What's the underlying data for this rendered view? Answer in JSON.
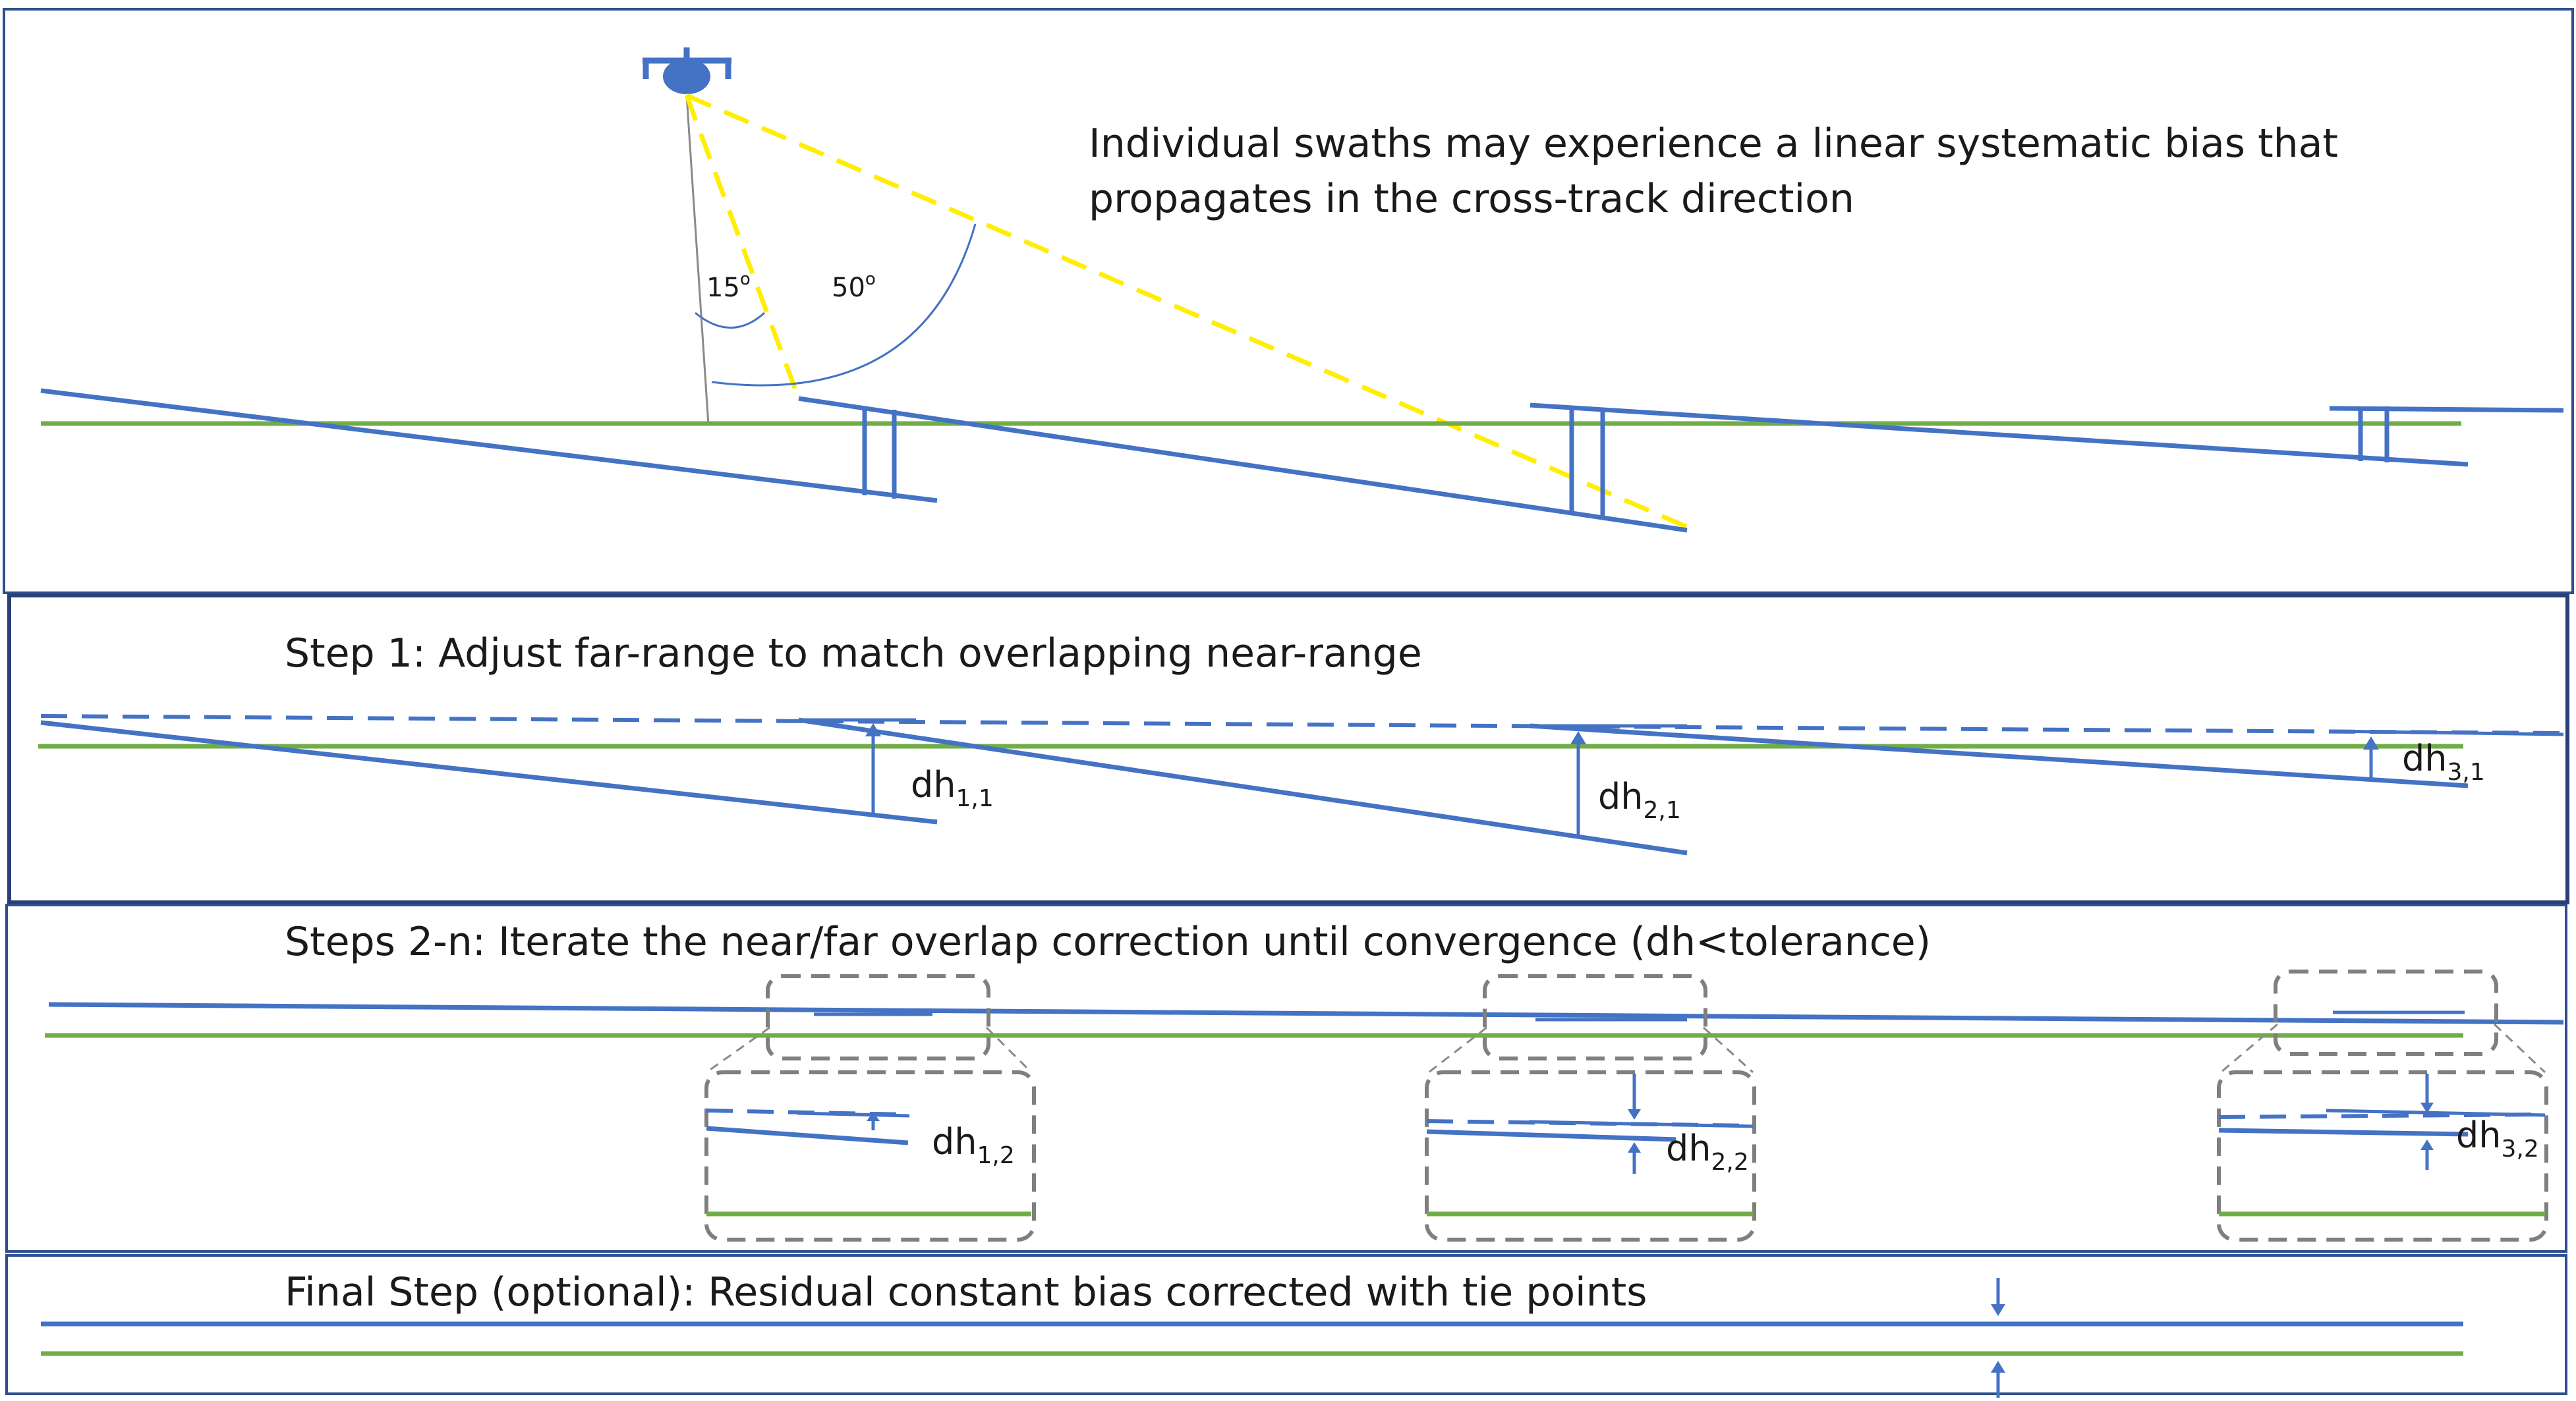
{
  "panel1": {
    "caption_line1": "Individual swaths may experience a linear systematic bias that",
    "caption_line2": "propagates in the cross-track direction",
    "angle_inner": "15",
    "angle_outer": "50",
    "degree_symbol": "o"
  },
  "panel2": {
    "title": "Step 1: Adjust far-range to match overlapping near-range",
    "labels": [
      {
        "base": "dh",
        "sub": "1,1"
      },
      {
        "base": "dh",
        "sub": "2,1"
      },
      {
        "base": "dh",
        "sub": "3,1"
      }
    ]
  },
  "panel3": {
    "title": "Steps 2-n: Iterate the near/far overlap correction until convergence (dh<tolerance)",
    "labels": [
      {
        "base": "dh",
        "sub": "1,2"
      },
      {
        "base": "dh",
        "sub": "2,2"
      },
      {
        "base": "dh",
        "sub": "3,2"
      }
    ]
  },
  "panel4": {
    "title": "Final Step (optional): Residual constant bias corrected with tie points"
  },
  "colors": {
    "swath": "#4472c4",
    "reference": "#70ad47",
    "beam": "#ffee00",
    "zoom_box": "#7f7f7f"
  }
}
